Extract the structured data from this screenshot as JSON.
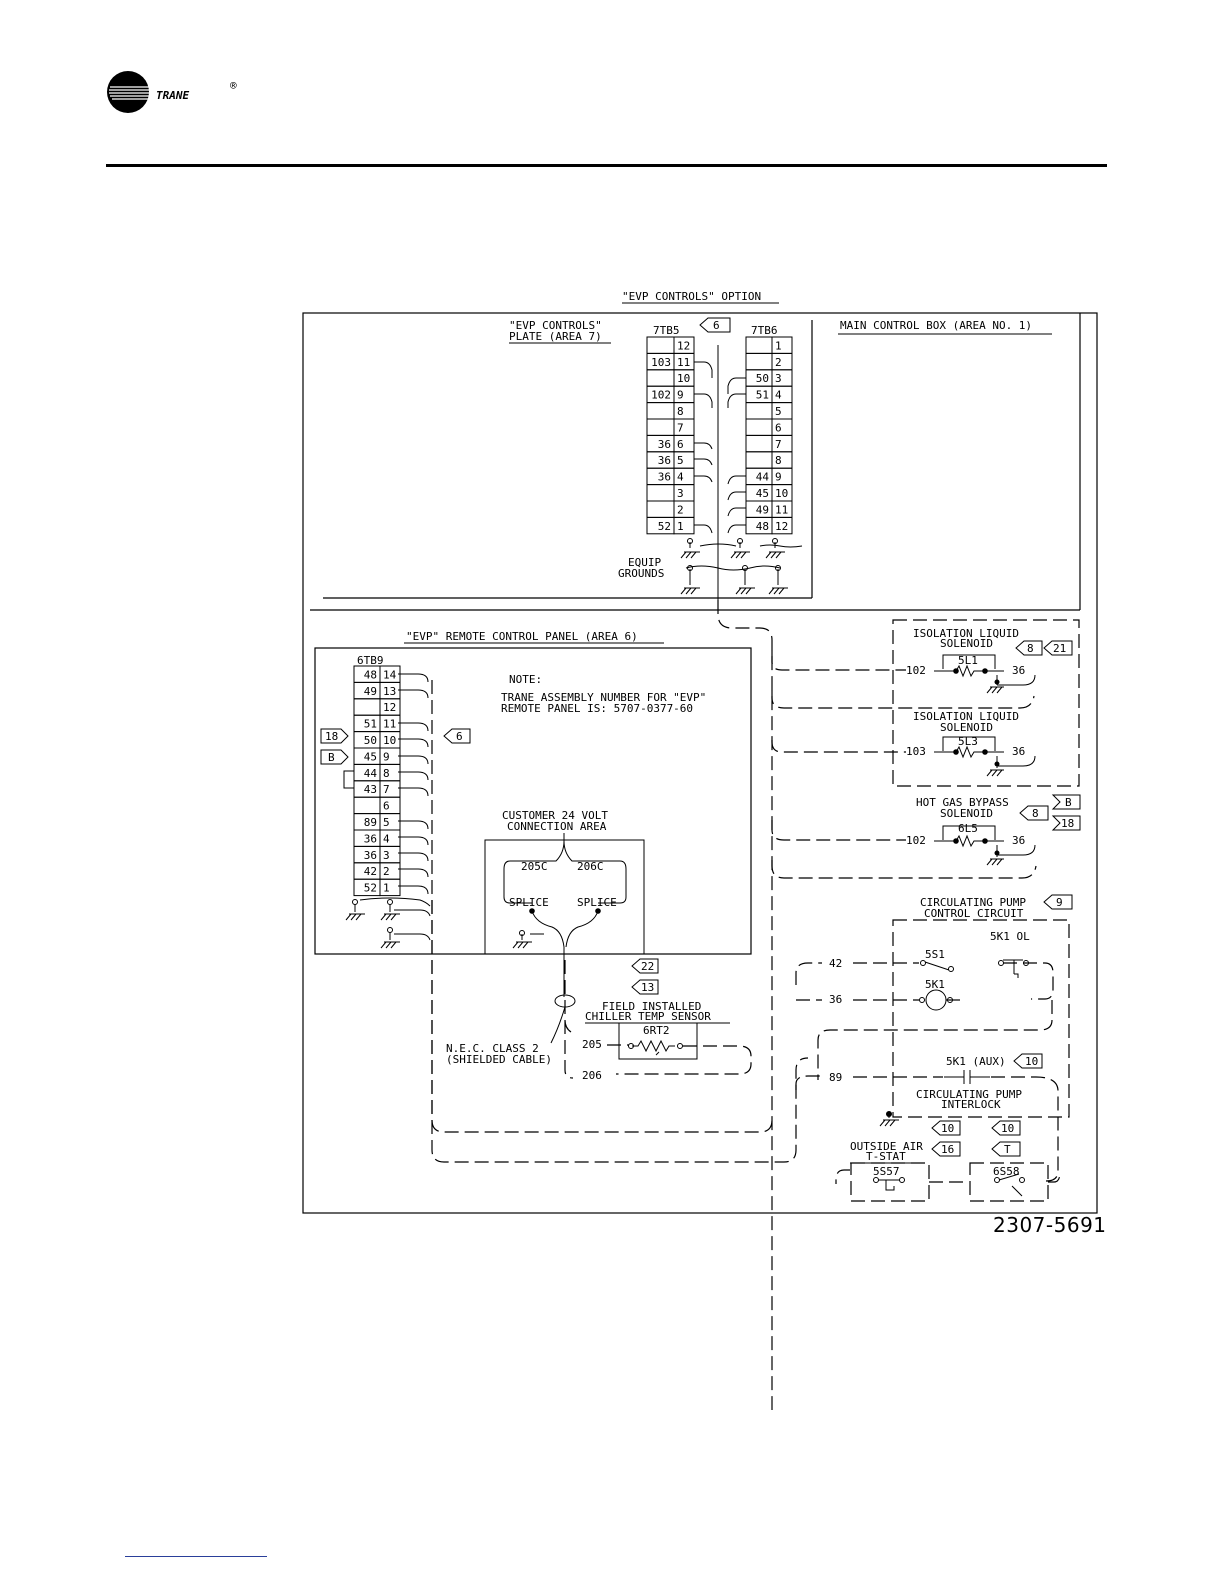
{
  "brand": {
    "logo_text": "TRANE",
    "registered": "®"
  },
  "diagram": {
    "title": "\"EVP CONTROLS\" OPTION",
    "drawing_number": "2307-5691",
    "plate_label_1": "\"EVP CONTROLS\"",
    "plate_label_2": "PLATE (AREA 7)",
    "main_box_label": "MAIN CONTROL BOX (AREA NO. 1)",
    "tb5_label": "7TB5",
    "tb6_label": "7TB6",
    "tb5_ref": "6",
    "equip_grounds_1": "EQUIP",
    "equip_grounds_2": "GROUNDS",
    "tb5_rows": [
      {
        "wire": "",
        "term": "12"
      },
      {
        "wire": "103",
        "term": "11"
      },
      {
        "wire": "",
        "term": "10"
      },
      {
        "wire": "102",
        "term": "9"
      },
      {
        "wire": "",
        "term": "8"
      },
      {
        "wire": "",
        "term": "7"
      },
      {
        "wire": "36",
        "term": "6"
      },
      {
        "wire": "36",
        "term": "5"
      },
      {
        "wire": "36",
        "term": "4"
      },
      {
        "wire": "",
        "term": "3"
      },
      {
        "wire": "",
        "term": "2"
      },
      {
        "wire": "52",
        "term": "1"
      }
    ],
    "tb6_rows": [
      {
        "wire": "",
        "term": "1"
      },
      {
        "wire": "",
        "term": "2"
      },
      {
        "wire": "50",
        "term": "3"
      },
      {
        "wire": "51",
        "term": "4"
      },
      {
        "wire": "",
        "term": "5"
      },
      {
        "wire": "",
        "term": "6"
      },
      {
        "wire": "",
        "term": "7"
      },
      {
        "wire": "",
        "term": "8"
      },
      {
        "wire": "44",
        "term": "9"
      },
      {
        "wire": "45",
        "term": "10"
      },
      {
        "wire": "49",
        "term": "11"
      },
      {
        "wire": "48",
        "term": "12"
      }
    ],
    "remote_panel_label": "\"EVP\" REMOTE CONTROL PANEL (AREA 6)",
    "tb9_label": "6TB9",
    "tb9_rows": [
      {
        "wire": "48",
        "term": "14"
      },
      {
        "wire": "49",
        "term": "13"
      },
      {
        "wire": "",
        "term": "12"
      },
      {
        "wire": "51",
        "term": "11"
      },
      {
        "wire": "50",
        "term": "10"
      },
      {
        "wire": "45",
        "term": "9"
      },
      {
        "wire": "44",
        "term": "8"
      },
      {
        "wire": "43",
        "term": "7"
      },
      {
        "wire": "",
        "term": "6"
      },
      {
        "wire": "89",
        "term": "5"
      },
      {
        "wire": "36",
        "term": "4"
      },
      {
        "wire": "36",
        "term": "3"
      },
      {
        "wire": "42",
        "term": "2"
      },
      {
        "wire": "52",
        "term": "1"
      }
    ],
    "tb9_ref_18": "18",
    "tb9_ref_b": "B",
    "tb9_ref_6": "6",
    "note_title": "NOTE:",
    "note_line_1": "TRANE ASSEMBLY NUMBER FOR \"EVP\"",
    "note_line_2": "REMOTE PANEL IS: 5707-0377-60",
    "customer_label_1": "CUSTOMER 24 VOLT",
    "customer_label_2": "CONNECTION AREA",
    "wire_205c": "205C",
    "wire_206c": "206C",
    "splice_1": "SPLICE",
    "splice_2": "SPLICE",
    "ref_22": "22",
    "ref_13": "13",
    "sensor_label_1": "FIELD INSTALLED",
    "sensor_label_2": "CHILLER TEMP SENSOR",
    "sensor_id": "6RT2",
    "wire_205": "205",
    "wire_206": "206",
    "nec_label_1": "N.E.C. CLASS 2",
    "nec_label_2": "(SHIELDED CABLE)",
    "sol1_label_1": "ISOLATION LIQUID",
    "sol1_label_2": "SOLENOID",
    "sol1_id": "5L1",
    "sol1_left": "102",
    "sol1_right": "36",
    "sol1_ref_a": "8",
    "sol1_ref_b": "21",
    "sol2_label_1": "ISOLATION LIQUID",
    "sol2_label_2": "SOLENOID",
    "sol2_id": "5L3",
    "sol2_left": "103",
    "sol2_right": "36",
    "sol3_label_1": "HOT GAS BYPASS",
    "sol3_label_2": "SOLENOID",
    "sol3_id": "6L5",
    "sol3_left": "102",
    "sol3_right": "36",
    "sol3_ref_b": "B",
    "sol3_ref_8": "8",
    "sol3_ref_18": "18",
    "pump_label_1": "CIRCULATING PUMP",
    "pump_label_2": "CONTROL CIRCUIT",
    "pump_ref": "9",
    "k1_ol": "5K1 OL",
    "s1": "5S1",
    "k1": "5K1",
    "wire_42": "42",
    "wire_36": "36",
    "wire_89": "89",
    "k1_aux": "5K1 (AUX)",
    "k1_aux_ref": "10",
    "interlock_1": "CIRCULATING PUMP",
    "interlock_2": "INTERLOCK",
    "ref_10a": "10",
    "ref_10b": "10",
    "ref_16": "16",
    "ref_t": "T",
    "tstat_1": "OUTSIDE AIR",
    "tstat_2": "T-STAT",
    "s57": "5S57",
    "s58": "6S58"
  }
}
